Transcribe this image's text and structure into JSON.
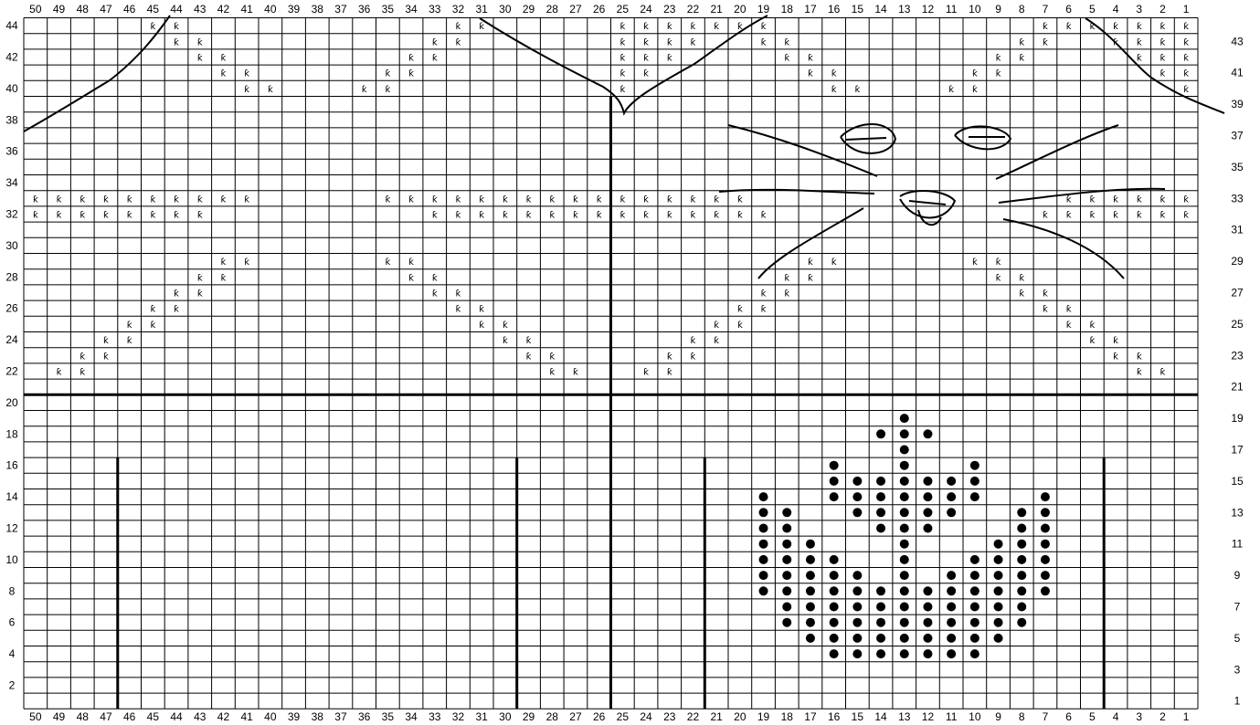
{
  "chart_data": {
    "type": "knitting-chart",
    "columns": 50,
    "rows": 44,
    "grid": true,
    "col_numbers": [
      "50",
      "49",
      "48",
      "47",
      "46",
      "45",
      "44",
      "43",
      "42",
      "41",
      "40",
      "39",
      "38",
      "37",
      "36",
      "35",
      "34",
      "33",
      "32",
      "31",
      "30",
      "29",
      "28",
      "27",
      "26",
      "25",
      "24",
      "23",
      "22",
      "21",
      "20",
      "19",
      "18",
      "17",
      "16",
      "15",
      "14",
      "13",
      "12",
      "11",
      "10",
      "9",
      "8",
      "7",
      "6",
      "5",
      "4",
      "3",
      "2",
      "1"
    ],
    "left_row_labels": [
      "2",
      "4",
      "6",
      "8",
      "10",
      "12",
      "14",
      "16",
      "18",
      "20",
      "22",
      "24",
      "26",
      "28",
      "30",
      "32",
      "34",
      "36",
      "38",
      "40",
      "42",
      "44"
    ],
    "right_row_labels": [
      "1",
      "3",
      "5",
      "7",
      "9",
      "11",
      "13",
      "15",
      "17",
      "19",
      "21",
      "23",
      "25",
      "27",
      "29",
      "31",
      "33",
      "35",
      "37",
      "39",
      "41",
      "43"
    ],
    "symbols": {
      "twisted_stitch": "ƙ",
      "bobble": "●"
    },
    "heavy_horizontal_row_line_above": 20,
    "heavy_vertical_lines": [
      {
        "between_columns": [
          26,
          25
        ],
        "from_row": 1,
        "to_row": 39
      },
      {
        "between_columns": [
          47,
          46
        ],
        "from_row": 1,
        "to_row": 16
      },
      {
        "between_columns": [
          30,
          29
        ],
        "from_row": 1,
        "to_row": 16
      },
      {
        "between_columns": [
          22,
          21
        ],
        "from_row": 1,
        "to_row": 16
      },
      {
        "between_columns": [
          5,
          4
        ],
        "from_row": 1,
        "to_row": 16
      }
    ],
    "twisted_stitches": [
      [
        22,
        49
      ],
      [
        22,
        48
      ],
      [
        22,
        28
      ],
      [
        22,
        27
      ],
      [
        22,
        24
      ],
      [
        22,
        23
      ],
      [
        22,
        3
      ],
      [
        22,
        2
      ],
      [
        23,
        48
      ],
      [
        23,
        47
      ],
      [
        23,
        29
      ],
      [
        23,
        28
      ],
      [
        23,
        23
      ],
      [
        23,
        22
      ],
      [
        23,
        4
      ],
      [
        23,
        3
      ],
      [
        24,
        47
      ],
      [
        24,
        46
      ],
      [
        24,
        30
      ],
      [
        24,
        29
      ],
      [
        24,
        22
      ],
      [
        24,
        21
      ],
      [
        24,
        5
      ],
      [
        24,
        4
      ],
      [
        25,
        46
      ],
      [
        25,
        45
      ],
      [
        25,
        31
      ],
      [
        25,
        30
      ],
      [
        25,
        21
      ],
      [
        25,
        20
      ],
      [
        25,
        6
      ],
      [
        25,
        5
      ],
      [
        26,
        45
      ],
      [
        26,
        44
      ],
      [
        26,
        32
      ],
      [
        26,
        31
      ],
      [
        26,
        20
      ],
      [
        26,
        19
      ],
      [
        26,
        7
      ],
      [
        26,
        6
      ],
      [
        27,
        44
      ],
      [
        27,
        43
      ],
      [
        27,
        33
      ],
      [
        27,
        32
      ],
      [
        27,
        19
      ],
      [
        27,
        18
      ],
      [
        27,
        8
      ],
      [
        27,
        7
      ],
      [
        28,
        43
      ],
      [
        28,
        42
      ],
      [
        28,
        34
      ],
      [
        28,
        33
      ],
      [
        28,
        18
      ],
      [
        28,
        17
      ],
      [
        28,
        9
      ],
      [
        28,
        8
      ],
      [
        29,
        42
      ],
      [
        29,
        41
      ],
      [
        29,
        35
      ],
      [
        29,
        34
      ],
      [
        29,
        17
      ],
      [
        29,
        16
      ],
      [
        29,
        10
      ],
      [
        29,
        9
      ],
      [
        32,
        50
      ],
      [
        32,
        49
      ],
      [
        32,
        48
      ],
      [
        32,
        47
      ],
      [
        32,
        46
      ],
      [
        32,
        45
      ],
      [
        32,
        44
      ],
      [
        32,
        43
      ],
      [
        32,
        33
      ],
      [
        32,
        32
      ],
      [
        32,
        31
      ],
      [
        32,
        30
      ],
      [
        32,
        29
      ],
      [
        32,
        28
      ],
      [
        32,
        27
      ],
      [
        32,
        26
      ],
      [
        32,
        25
      ],
      [
        32,
        24
      ],
      [
        32,
        23
      ],
      [
        32,
        22
      ],
      [
        32,
        21
      ],
      [
        32,
        20
      ],
      [
        32,
        19
      ],
      [
        32,
        7
      ],
      [
        32,
        6
      ],
      [
        32,
        5
      ],
      [
        32,
        4
      ],
      [
        32,
        3
      ],
      [
        32,
        2
      ],
      [
        32,
        1
      ],
      [
        33,
        50
      ],
      [
        33,
        49
      ],
      [
        33,
        48
      ],
      [
        33,
        47
      ],
      [
        33,
        46
      ],
      [
        33,
        45
      ],
      [
        33,
        44
      ],
      [
        33,
        43
      ],
      [
        33,
        42
      ],
      [
        33,
        41
      ],
      [
        33,
        35
      ],
      [
        33,
        34
      ],
      [
        33,
        33
      ],
      [
        33,
        32
      ],
      [
        33,
        31
      ],
      [
        33,
        30
      ],
      [
        33,
        29
      ],
      [
        33,
        28
      ],
      [
        33,
        27
      ],
      [
        33,
        26
      ],
      [
        33,
        25
      ],
      [
        33,
        24
      ],
      [
        33,
        23
      ],
      [
        33,
        22
      ],
      [
        33,
        21
      ],
      [
        33,
        20
      ],
      [
        33,
        6
      ],
      [
        33,
        5
      ],
      [
        33,
        4
      ],
      [
        33,
        3
      ],
      [
        33,
        2
      ],
      [
        33,
        1
      ],
      [
        40,
        41
      ],
      [
        40,
        40
      ],
      [
        40,
        36
      ],
      [
        40,
        35
      ],
      [
        40,
        25
      ],
      [
        40,
        16
      ],
      [
        40,
        15
      ],
      [
        40,
        11
      ],
      [
        40,
        10
      ],
      [
        40,
        1
      ],
      [
        41,
        42
      ],
      [
        41,
        41
      ],
      [
        41,
        35
      ],
      [
        41,
        34
      ],
      [
        41,
        25
      ],
      [
        41,
        24
      ],
      [
        41,
        17
      ],
      [
        41,
        16
      ],
      [
        41,
        10
      ],
      [
        41,
        9
      ],
      [
        41,
        2
      ],
      [
        41,
        1
      ],
      [
        42,
        43
      ],
      [
        42,
        42
      ],
      [
        42,
        34
      ],
      [
        42,
        33
      ],
      [
        42,
        25
      ],
      [
        42,
        24
      ],
      [
        42,
        23
      ],
      [
        42,
        18
      ],
      [
        42,
        17
      ],
      [
        42,
        9
      ],
      [
        42,
        8
      ],
      [
        42,
        3
      ],
      [
        42,
        2
      ],
      [
        42,
        1
      ],
      [
        43,
        44
      ],
      [
        43,
        43
      ],
      [
        43,
        33
      ],
      [
        43,
        32
      ],
      [
        43,
        25
      ],
      [
        43,
        24
      ],
      [
        43,
        23
      ],
      [
        43,
        22
      ],
      [
        43,
        19
      ],
      [
        43,
        18
      ],
      [
        43,
        8
      ],
      [
        43,
        7
      ],
      [
        43,
        4
      ],
      [
        43,
        3
      ],
      [
        43,
        2
      ],
      [
        43,
        1
      ],
      [
        44,
        45
      ],
      [
        44,
        44
      ],
      [
        44,
        32
      ],
      [
        44,
        31
      ],
      [
        44,
        25
      ],
      [
        44,
        24
      ],
      [
        44,
        23
      ],
      [
        44,
        22
      ],
      [
        44,
        21
      ],
      [
        44,
        20
      ],
      [
        44,
        19
      ],
      [
        44,
        7
      ],
      [
        44,
        6
      ],
      [
        44,
        5
      ],
      [
        44,
        4
      ],
      [
        44,
        3
      ],
      [
        44,
        2
      ],
      [
        44,
        1
      ]
    ],
    "bobbles": [
      [
        4,
        16
      ],
      [
        4,
        15
      ],
      [
        4,
        14
      ],
      [
        4,
        13
      ],
      [
        4,
        12
      ],
      [
        4,
        11
      ],
      [
        4,
        10
      ],
      [
        5,
        17
      ],
      [
        5,
        16
      ],
      [
        5,
        15
      ],
      [
        5,
        14
      ],
      [
        5,
        13
      ],
      [
        5,
        12
      ],
      [
        5,
        11
      ],
      [
        5,
        10
      ],
      [
        5,
        9
      ],
      [
        6,
        18
      ],
      [
        6,
        17
      ],
      [
        6,
        16
      ],
      [
        6,
        15
      ],
      [
        6,
        14
      ],
      [
        6,
        13
      ],
      [
        6,
        12
      ],
      [
        6,
        11
      ],
      [
        6,
        10
      ],
      [
        6,
        9
      ],
      [
        6,
        8
      ],
      [
        7,
        18
      ],
      [
        7,
        17
      ],
      [
        7,
        16
      ],
      [
        7,
        15
      ],
      [
        7,
        14
      ],
      [
        7,
        13
      ],
      [
        7,
        12
      ],
      [
        7,
        11
      ],
      [
        7,
        10
      ],
      [
        7,
        9
      ],
      [
        7,
        8
      ],
      [
        8,
        19
      ],
      [
        8,
        18
      ],
      [
        8,
        17
      ],
      [
        8,
        16
      ],
      [
        8,
        15
      ],
      [
        8,
        14
      ],
      [
        8,
        13
      ],
      [
        8,
        12
      ],
      [
        8,
        11
      ],
      [
        8,
        10
      ],
      [
        8,
        9
      ],
      [
        8,
        8
      ],
      [
        8,
        7
      ],
      [
        9,
        19
      ],
      [
        9,
        18
      ],
      [
        9,
        17
      ],
      [
        9,
        16
      ],
      [
        9,
        15
      ],
      [
        9,
        13
      ],
      [
        9,
        11
      ],
      [
        9,
        10
      ],
      [
        9,
        9
      ],
      [
        9,
        8
      ],
      [
        9,
        7
      ],
      [
        10,
        19
      ],
      [
        10,
        18
      ],
      [
        10,
        17
      ],
      [
        10,
        16
      ],
      [
        10,
        13
      ],
      [
        10,
        10
      ],
      [
        10,
        9
      ],
      [
        10,
        8
      ],
      [
        10,
        7
      ],
      [
        11,
        19
      ],
      [
        11,
        18
      ],
      [
        11,
        17
      ],
      [
        11,
        13
      ],
      [
        11,
        9
      ],
      [
        11,
        8
      ],
      [
        11,
        7
      ],
      [
        12,
        19
      ],
      [
        12,
        18
      ],
      [
        12,
        14
      ],
      [
        12,
        13
      ],
      [
        12,
        12
      ],
      [
        12,
        8
      ],
      [
        12,
        7
      ],
      [
        13,
        19
      ],
      [
        13,
        18
      ],
      [
        13,
        15
      ],
      [
        13,
        14
      ],
      [
        13,
        13
      ],
      [
        13,
        12
      ],
      [
        13,
        11
      ],
      [
        13,
        8
      ],
      [
        13,
        7
      ],
      [
        14,
        19
      ],
      [
        14,
        16
      ],
      [
        14,
        15
      ],
      [
        14,
        14
      ],
      [
        14,
        13
      ],
      [
        14,
        12
      ],
      [
        14,
        11
      ],
      [
        14,
        10
      ],
      [
        14,
        7
      ],
      [
        15,
        16
      ],
      [
        15,
        15
      ],
      [
        15,
        14
      ],
      [
        15,
        13
      ],
      [
        15,
        12
      ],
      [
        15,
        11
      ],
      [
        15,
        10
      ],
      [
        16,
        16
      ],
      [
        16,
        13
      ],
      [
        16,
        10
      ],
      [
        17,
        13
      ],
      [
        18,
        14
      ],
      [
        18,
        13
      ],
      [
        18,
        12
      ],
      [
        19,
        13
      ]
    ]
  }
}
